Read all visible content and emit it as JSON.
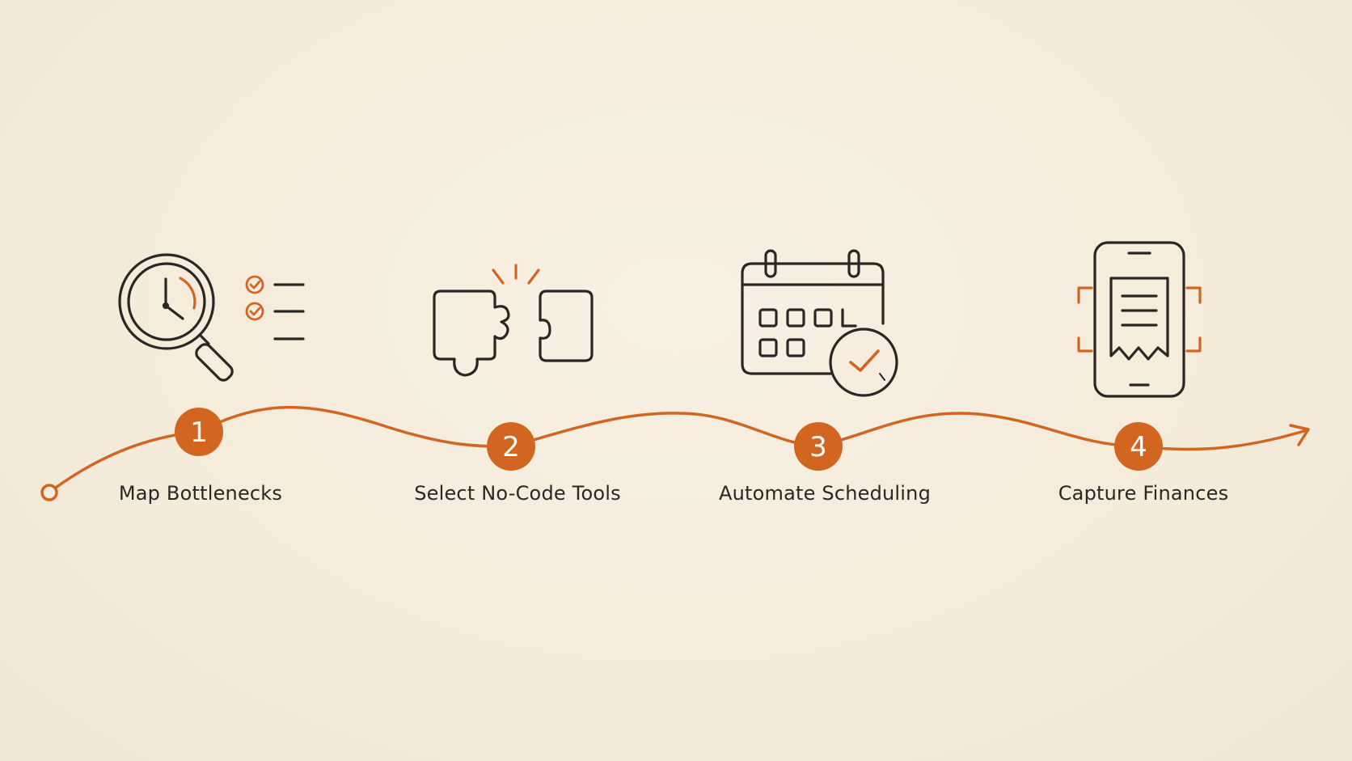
{
  "colors": {
    "accent": "#d2651f",
    "ink": "#2a2623",
    "background": "#f6eddf"
  },
  "steps": [
    {
      "number": "1",
      "label": "Map Bottlenecks",
      "icon": "magnifier-clock-checklist-icon"
    },
    {
      "number": "2",
      "label": "Select No-Code Tools",
      "icon": "puzzle-pieces-icon"
    },
    {
      "number": "3",
      "label": "Automate Scheduling",
      "icon": "calendar-check-icon"
    },
    {
      "number": "4",
      "label": "Capture Finances",
      "icon": "phone-receipt-scan-icon"
    }
  ]
}
